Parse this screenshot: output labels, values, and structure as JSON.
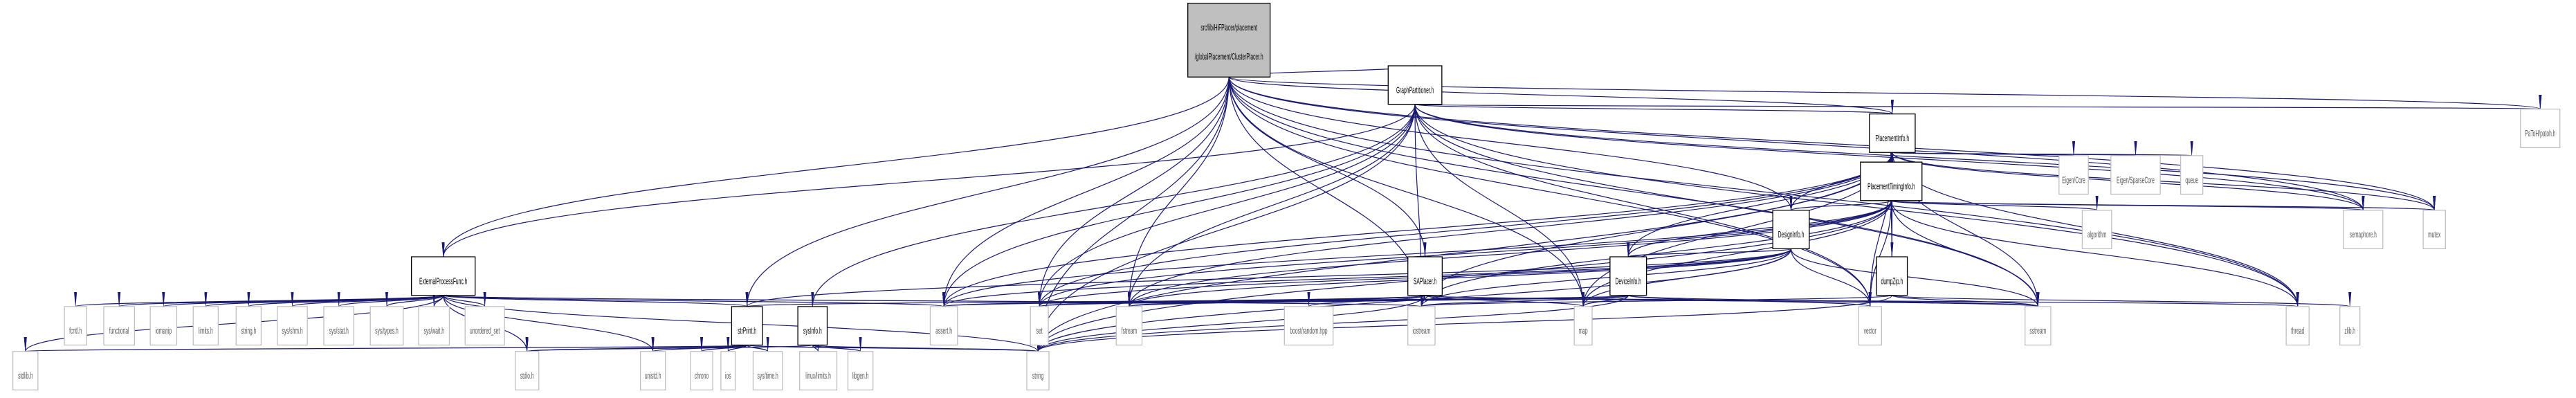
{
  "colors": {
    "edge": "#191970",
    "root_fill": "#bfbfbf",
    "node_stroke": "#000000",
    "ext_stroke": "#bfbfbf",
    "background": "#ffffff"
  },
  "nodes": {
    "root_line1": "src/lib/HiFPlacer/placement",
    "root_line2": "/globalPlacement/ClusterPlacer.h",
    "graph_partitioner": "GraphPartitioner.h",
    "patoh": "PaToH/patoh.h",
    "placement_info": "PlacementInfo.h",
    "eigen_core": "Eigen/Core",
    "eigen_sparse": "Eigen/SparseCore",
    "queue": "queue",
    "placement_timing_info": "PlacementTimingInfo.h",
    "algorithm": "algorithm",
    "semaphore": "semaphore.h",
    "mutex": "mutex",
    "design_info": "DesignInfo.h",
    "dump_zip": "dumpZip.h",
    "external_process_func": "ExternalProcessFunc.h",
    "saplacer": "SAPlacer.h",
    "device_info": "DeviceInfo.h",
    "fcntl": "fcntl.h",
    "functional": "functional",
    "iomanip": "iomanip",
    "limits": "limits.h",
    "string_h": "string.h",
    "sys_shm": "sys/shm.h",
    "sys_stat": "sys/stat.h",
    "sys_types": "sys/types.h",
    "sys_wait": "sys/wait.h",
    "unordered_set": "unordered_set",
    "str_print": "strPrint.h",
    "sys_info": "sysInfo.h",
    "assert": "assert.h",
    "set": "set",
    "fstream": "fstream",
    "boost_random": "boost/random.hpp",
    "iostream": "iostream",
    "map": "map",
    "vector": "vector",
    "sstream": "sstream",
    "thread": "thread",
    "zlib": "zlib.h",
    "stdlib": "stdlib.h",
    "stdio": "stdio.h",
    "unistd": "unistd.h",
    "chrono": "chrono",
    "ios": "ios",
    "sys_time": "sys/time.h",
    "linux_limits": "linux/limits.h",
    "libgen": "libgen.h",
    "string": "string"
  }
}
